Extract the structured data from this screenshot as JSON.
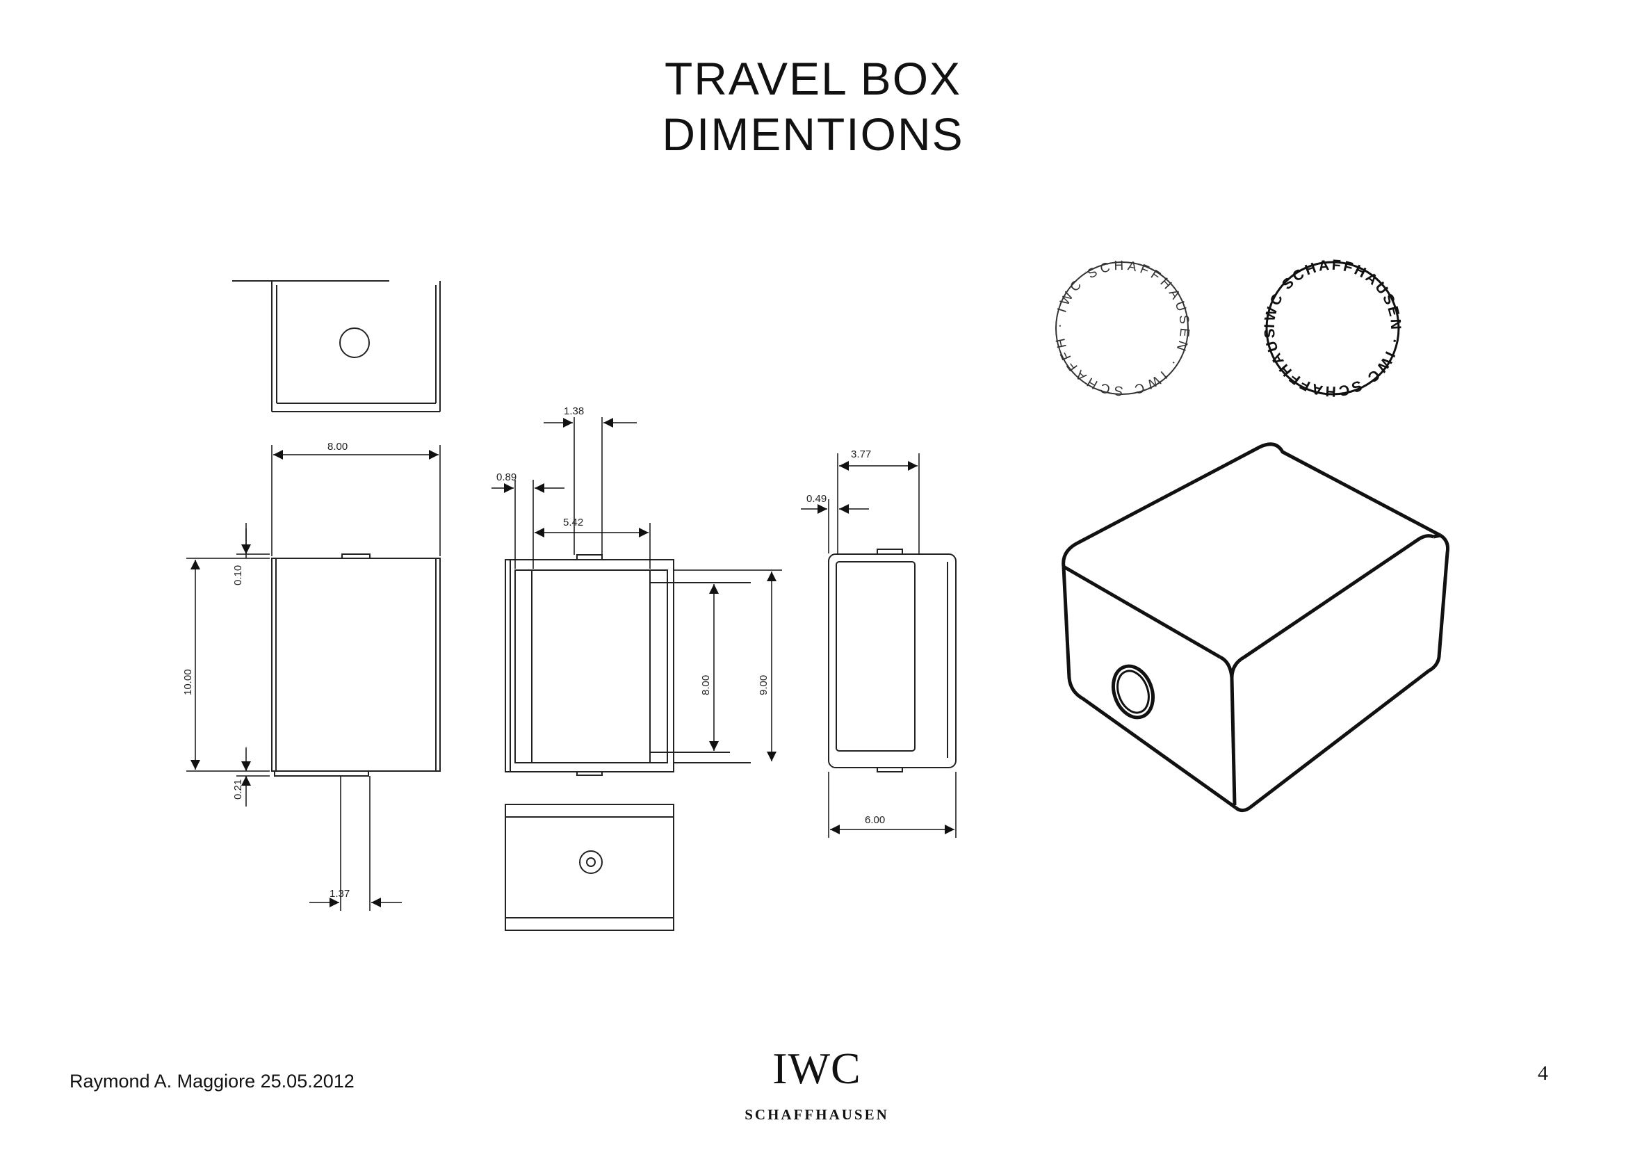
{
  "title": {
    "line1": "TRAVEL BOX",
    "line2": "DIMENTIONS"
  },
  "dimensions": {
    "width_8_00": "8.00",
    "tab_0_10": "0.10",
    "height_10_00": "10.00",
    "tab_0_21": "0.21",
    "tab_1_37": "1.37",
    "top_1_38": "1.38",
    "offset_0_89": "0.89",
    "inner_5_42": "5.42",
    "inner_8_00": "8.00",
    "outer_9_00": "9.00",
    "side_3_77": "3.77",
    "side_0_49": "0.49",
    "depth_6_00": "6.00"
  },
  "seals": {
    "seal1_text": "· IWC SCHAFFHAUSEN · IWC SCHAFFHAUSEN",
    "seal2_text": "IWC SCHAFFHAUSEN · IWC SCHAFFHAUSEN ·"
  },
  "footer": {
    "author_date": "Raymond A. Maggiore 25.05.2012",
    "logo_main": "IWC",
    "logo_sub": "SCHAFFHAUSEN",
    "page_number": "4"
  }
}
